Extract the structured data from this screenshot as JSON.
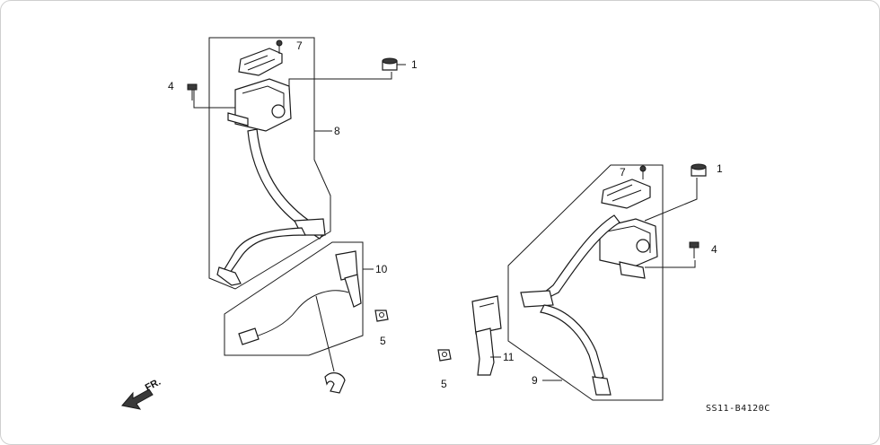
{
  "diagram_code": "SS11-B4120C",
  "direction_label": "FR.",
  "callouts": {
    "left_cap": "1",
    "left_bolt": "4",
    "left_screw": "7",
    "left_belt": "8",
    "left_buckle": "10",
    "left_nut": "5",
    "right_cap": "1",
    "right_bolt": "4",
    "right_screw": "7",
    "right_belt": "9",
    "right_buckle": "11",
    "right_nut": "5"
  },
  "colors": {
    "line": "#1a1a1a",
    "border": "#cfcfcf",
    "background": "#ffffff"
  }
}
